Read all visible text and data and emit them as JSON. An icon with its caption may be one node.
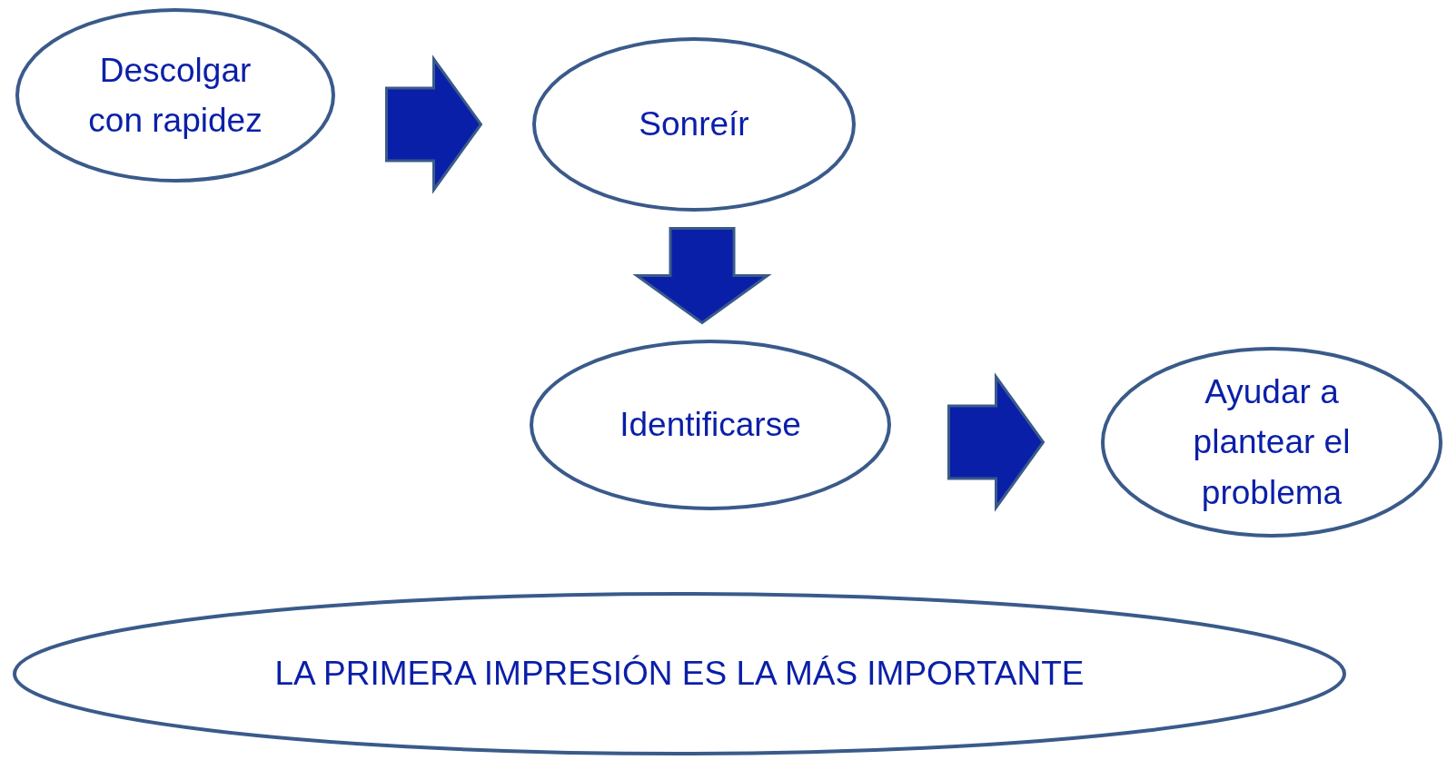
{
  "diagram": {
    "nodes": [
      {
        "text": [
          "Descolgar con rapidez"
        ]
      },
      {
        "text": [
          "Sonreír"
        ]
      },
      {
        "text": [
          "Identificarse"
        ]
      },
      {
        "text": [
          "Ayudar a plantear el problema"
        ]
      },
      {
        "text": [
          "LA PRIMERA IMPRESIÓN ES LA MÁS IMPORTANTE"
        ]
      }
    ],
    "edges": [
      {
        "from": 0,
        "to": 1,
        "arrow": "to"
      },
      {
        "from": 1,
        "to": 2,
        "arrow": "to"
      },
      {
        "from": 2,
        "to": 3,
        "arrow": "to"
      }
    ]
  }
}
